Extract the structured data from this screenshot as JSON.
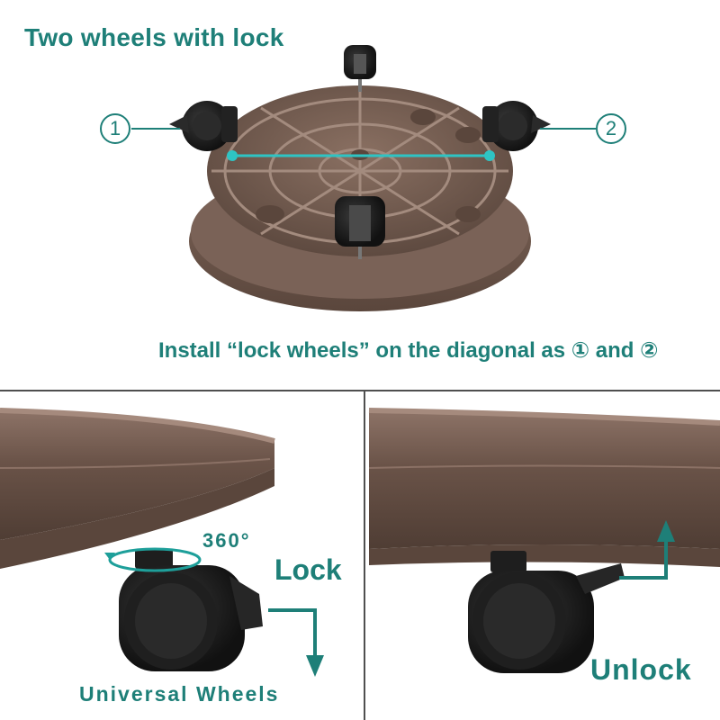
{
  "top_panel": {
    "title": "Two wheels with lock",
    "caption": "Install “lock wheels” on the diagonal as ① and ②",
    "marker_1": "1",
    "marker_2": "2"
  },
  "bottom_left_panel": {
    "rotation_label": "360°",
    "lock_label": "Lock",
    "wheels_label": "Universal Wheels"
  },
  "bottom_right_panel": {
    "unlock_label": "Unlock"
  },
  "colors": {
    "accent": "#1e7f78",
    "highlight_line": "#2ec4c4",
    "tray_brown": "#6f574b",
    "wheel_black": "#1c1c1c"
  }
}
